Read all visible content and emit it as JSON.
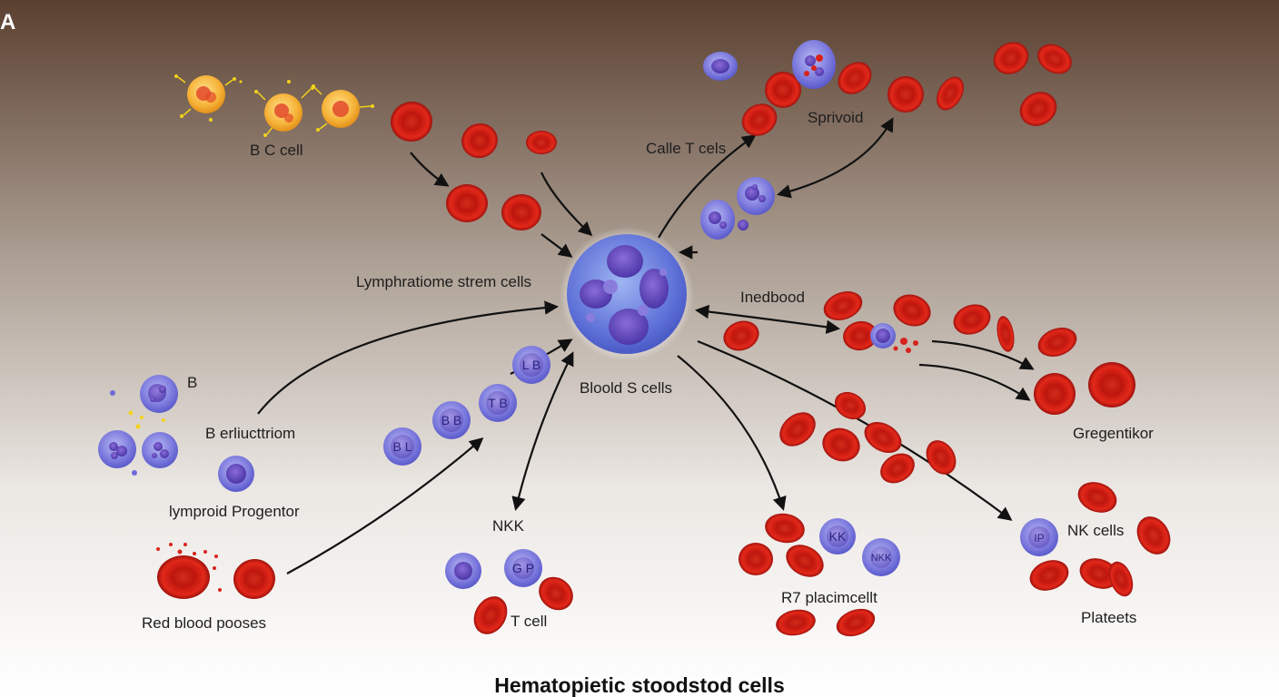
{
  "panel_letter": "A",
  "title": "Hematopietic stoodstod cells",
  "labels": {
    "bc_cell": "B C cell",
    "calle_t_cells": "Calle T cels",
    "sprivoid": "Sprivoid",
    "lymphratiome": "Lymphratiome strem cells",
    "inedbood": "Inedbood",
    "blood_s_cells": "Bloold S cells",
    "b_short": "B",
    "b_erliucttriom": "B erliucttriom",
    "gregentikor": "Gregentikor",
    "lymproid": "lymproid Progentor",
    "nkk": "NKK",
    "nk_cells": "NK cells",
    "red_blood_pooses": "Red blood pooses",
    "t_cell": "T cell",
    "r7_placimcellt": "R7 placimcellt",
    "plateets": "Plateets"
  },
  "cell_badges": {
    "lb": "L B",
    "tb": "T B",
    "bb": "B B",
    "bl": "B L",
    "gp": "G P",
    "kk": "KK",
    "nkk_small": "NKK",
    "ip": "IP"
  },
  "colors": {
    "bg_top": "#5a4030",
    "bg_bottom": "#ffffff",
    "rbc": "#d8231c",
    "lymphocyte": "#6f6ad8",
    "stem": "#5b5fd6",
    "progenitor": "#f5b136",
    "arrow": "#111111"
  }
}
